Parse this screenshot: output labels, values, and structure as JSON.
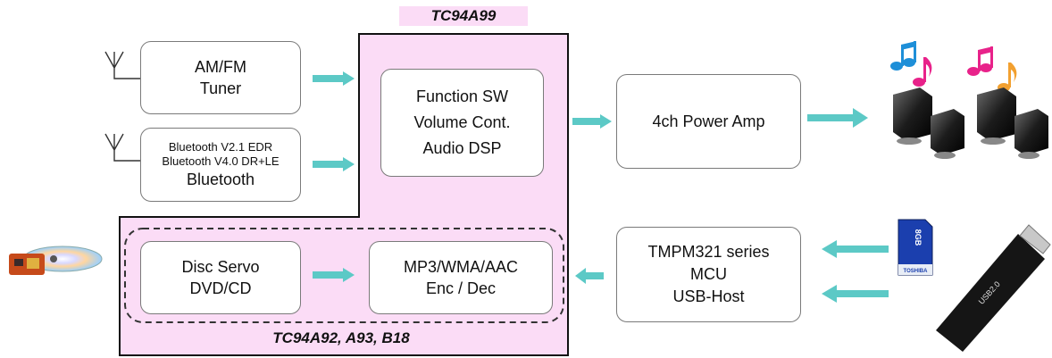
{
  "colors": {
    "chip_fill": "#fbdcf6",
    "chip_border": "#111111",
    "arrow": "#5cc9c6",
    "box_border": "#7a7a7a",
    "dash_border": "#333333"
  },
  "chip_top": {
    "label": "TC94A99"
  },
  "chip_bottom": {
    "label": "TC94A92, A93, B18"
  },
  "tuner": {
    "line1": "AM/FM",
    "line2": "Tuner",
    "icon": "antenna-icon"
  },
  "bluetooth": {
    "line1": "Bluetooth V2.1 EDR",
    "line2": "Bluetooth V4.0 DR+LE",
    "line3": "Bluetooth",
    "icon": "antenna-icon"
  },
  "function": {
    "line1": "Function SW",
    "line2": "Volume Cont.",
    "line3": "Audio DSP"
  },
  "power_amp": {
    "label": "4ch Power Amp"
  },
  "disc_servo": {
    "line1": "Disc Servo",
    "line2": "DVD/CD"
  },
  "codec": {
    "line1": "MP3/WMA/AAC",
    "line2": "Enc / Dec"
  },
  "mcu": {
    "line1": "TMPM321 series",
    "line2": "MCU",
    "line3": "USB-Host"
  },
  "sd_card": {
    "brand": "TOSHIBA",
    "capacity": "8GB",
    "icon": "sd-card-icon"
  },
  "usb_stick": {
    "label": "USB2.0",
    "icon": "usb-stick-icon"
  },
  "speakers": {
    "icon": "speaker-icon"
  },
  "disc_drive": {
    "icon": "optical-pickup-icon"
  }
}
